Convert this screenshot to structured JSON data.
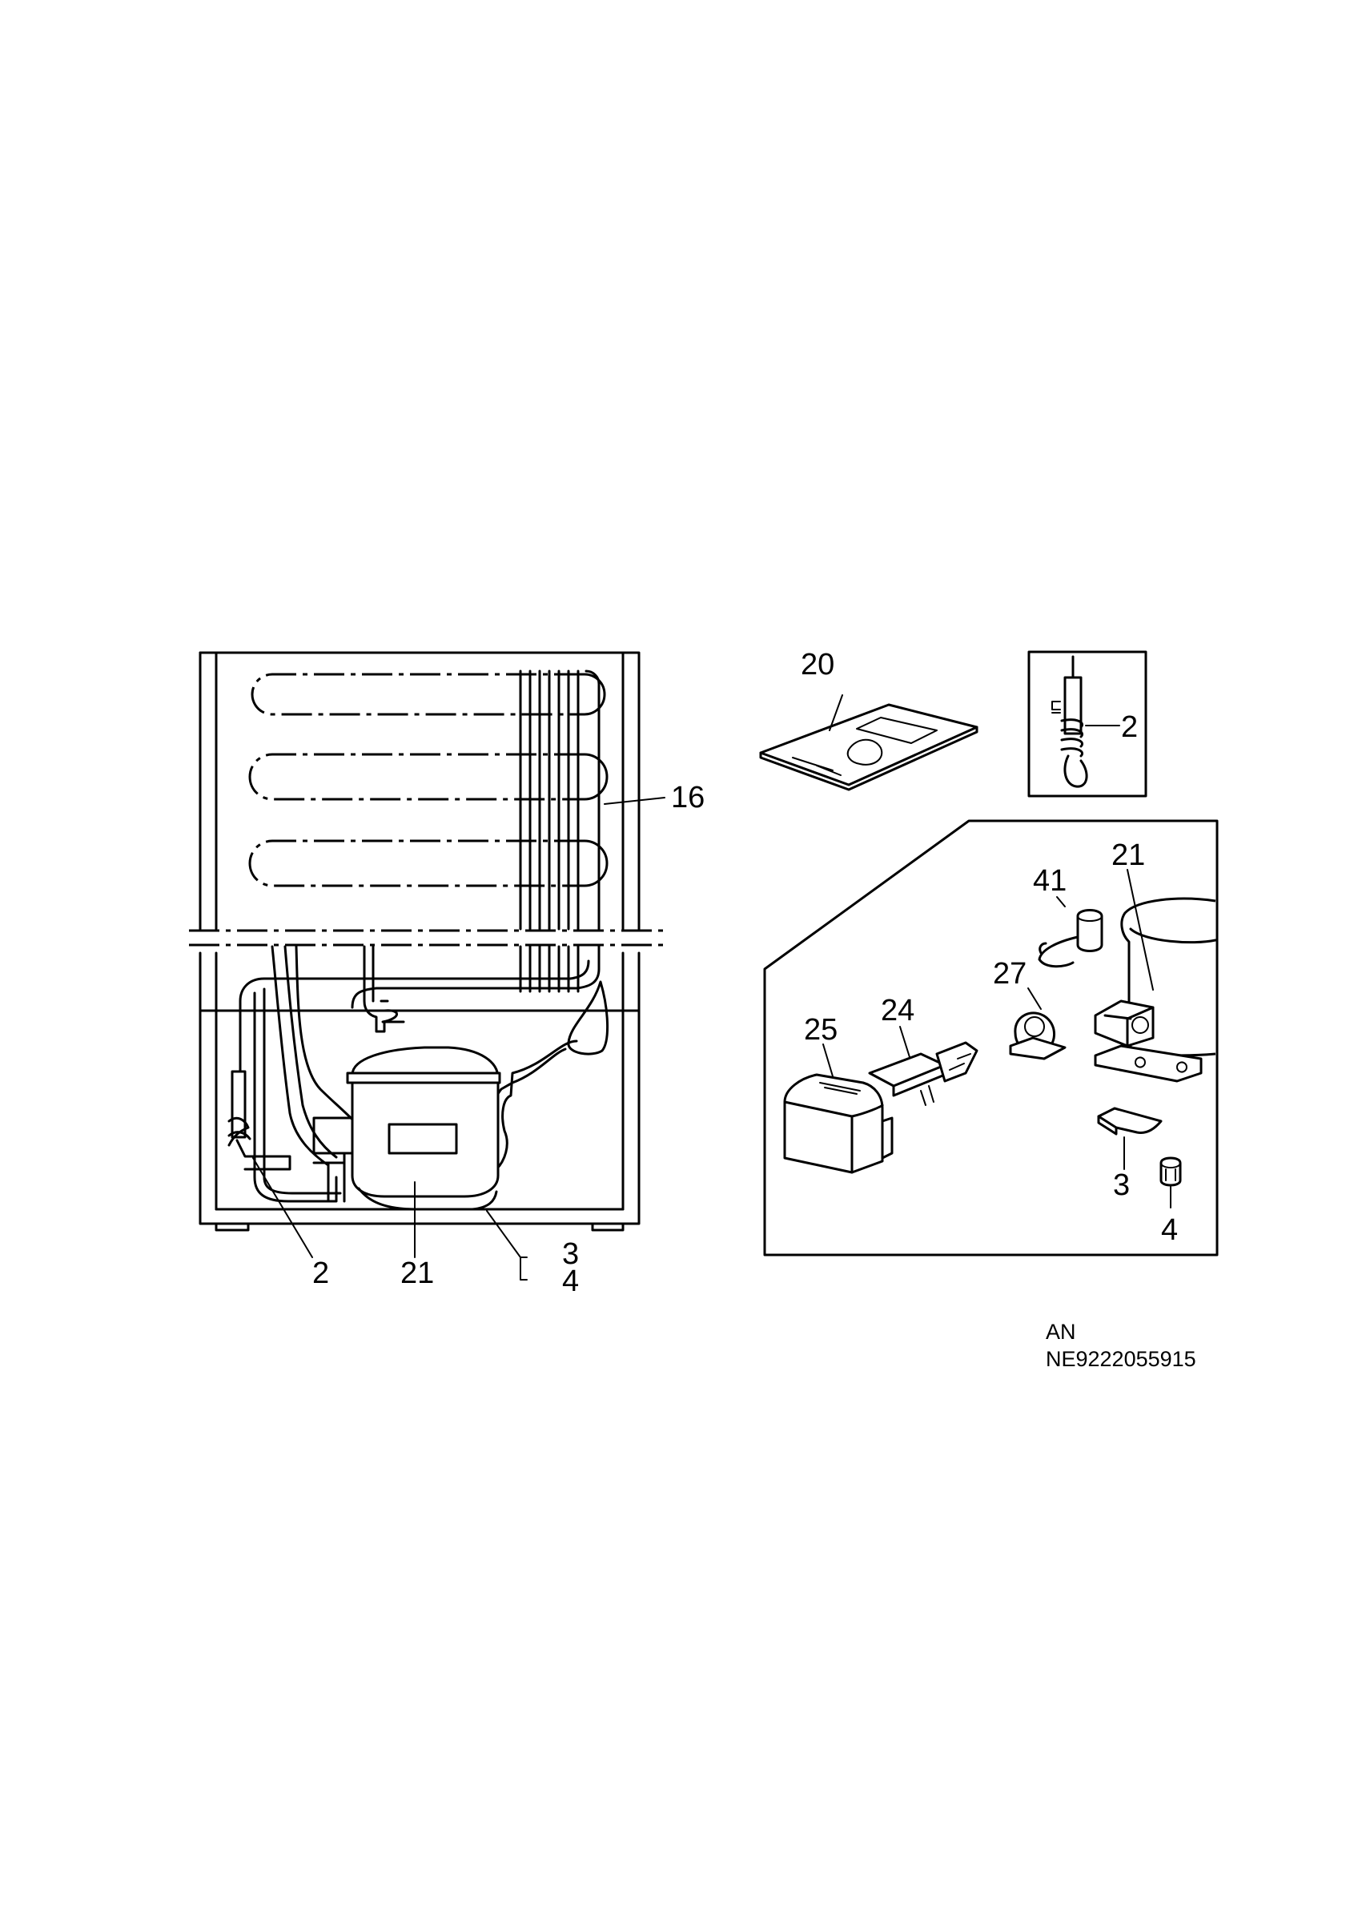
{
  "callouts": {
    "main_2": "2",
    "main_21": "21",
    "main_3": "3",
    "main_4": "4",
    "main_16": "16",
    "manual_20": "20",
    "inset_2": "2",
    "detail_21": "21",
    "detail_41": "41",
    "detail_27": "27",
    "detail_24": "24",
    "detail_25": "25",
    "detail_3": "3",
    "detail_4": "4"
  },
  "footer": {
    "line1": "AN",
    "line2": "NE9222055915"
  }
}
